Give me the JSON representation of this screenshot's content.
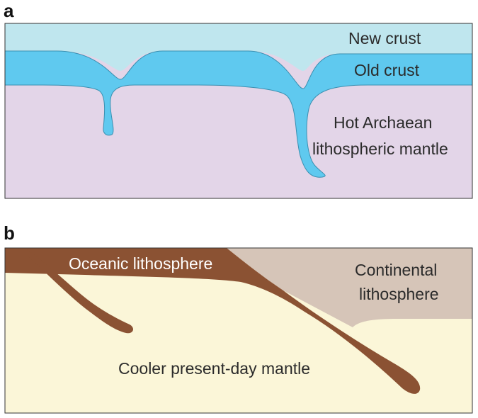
{
  "panels": {
    "a": {
      "letter": "a",
      "labels": {
        "new_crust": "New crust",
        "old_crust": "Old crust",
        "mantle_line1": "Hot Archaean",
        "mantle_line2": "lithospheric mantle"
      },
      "colors": {
        "new_crust": "#bfe6ee",
        "old_crust": "#5fc9ef",
        "mantle": "#e3d5e8"
      }
    },
    "b": {
      "letter": "b",
      "labels": {
        "oceanic": "Oceanic lithosphere",
        "continental_line1": "Continental",
        "continental_line2": "lithosphere",
        "mantle": "Cooler present-day mantle"
      },
      "colors": {
        "oceanic": "#8b5233",
        "continental": "#d6c5b8",
        "mantle": "#fbf6d8"
      }
    }
  }
}
